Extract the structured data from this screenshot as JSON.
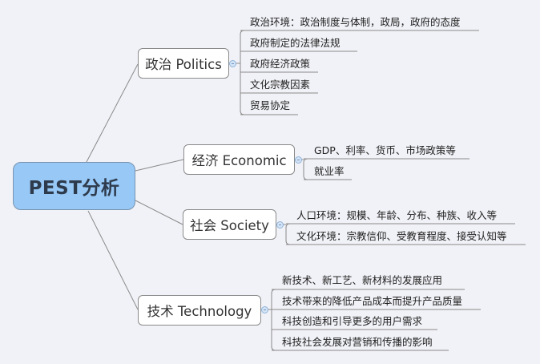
{
  "root": {
    "label": "PEST分析"
  },
  "colors": {
    "background": "#f1f2f7",
    "root_fill": "#97c8f6",
    "root_border": "#7894b0",
    "branch_fill": "#ffffff",
    "line": "#8a8a8a"
  },
  "branches": [
    {
      "label": "政治 Politics",
      "items": [
        "政治环境：政治制度与体制，政局，政府的态度",
        "政府制定的法律法规",
        "政府经济政策",
        "文化宗教因素",
        "贸易协定"
      ]
    },
    {
      "label": "经济 Economic",
      "items": [
        "GDP、利率、货币、市场政策等",
        "就业率"
      ]
    },
    {
      "label": "社会 Society",
      "items": [
        "人口环境：规模、年龄、分布、种族、收入等",
        "文化环境：宗教信仰、受教育程度、接受认知等"
      ]
    },
    {
      "label": "技术 Technology",
      "items": [
        "新技术、新工艺、新材料的发展应用",
        "技术带来的降低产品成本而提升产品质量",
        "科技创造和引导更多的用户需求",
        "科技社会发展对营销和传播的影响"
      ]
    }
  ]
}
